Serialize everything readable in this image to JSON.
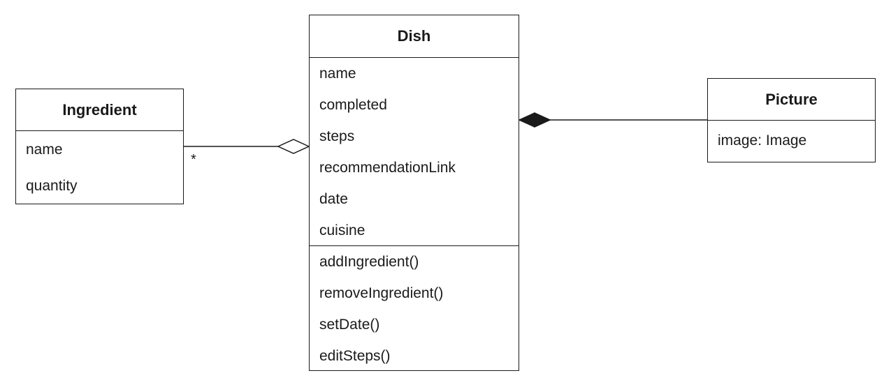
{
  "classes": {
    "dish": {
      "name": "Dish",
      "attributes": [
        "name",
        "completed",
        "steps",
        "recommendationLink",
        "date",
        "cuisine"
      ],
      "methods": [
        "addIngredient()",
        "removeIngredient()",
        "setDate()",
        "editSteps()"
      ]
    },
    "ingredient": {
      "name": "Ingredient",
      "attributes": [
        "name",
        "quantity"
      ]
    },
    "picture": {
      "name": "Picture",
      "attributes": [
        "image: Image"
      ]
    }
  },
  "relations": {
    "ingredient_dish": {
      "type": "aggregation",
      "multiplicity": "*"
    },
    "picture_dish": {
      "type": "composition"
    }
  }
}
